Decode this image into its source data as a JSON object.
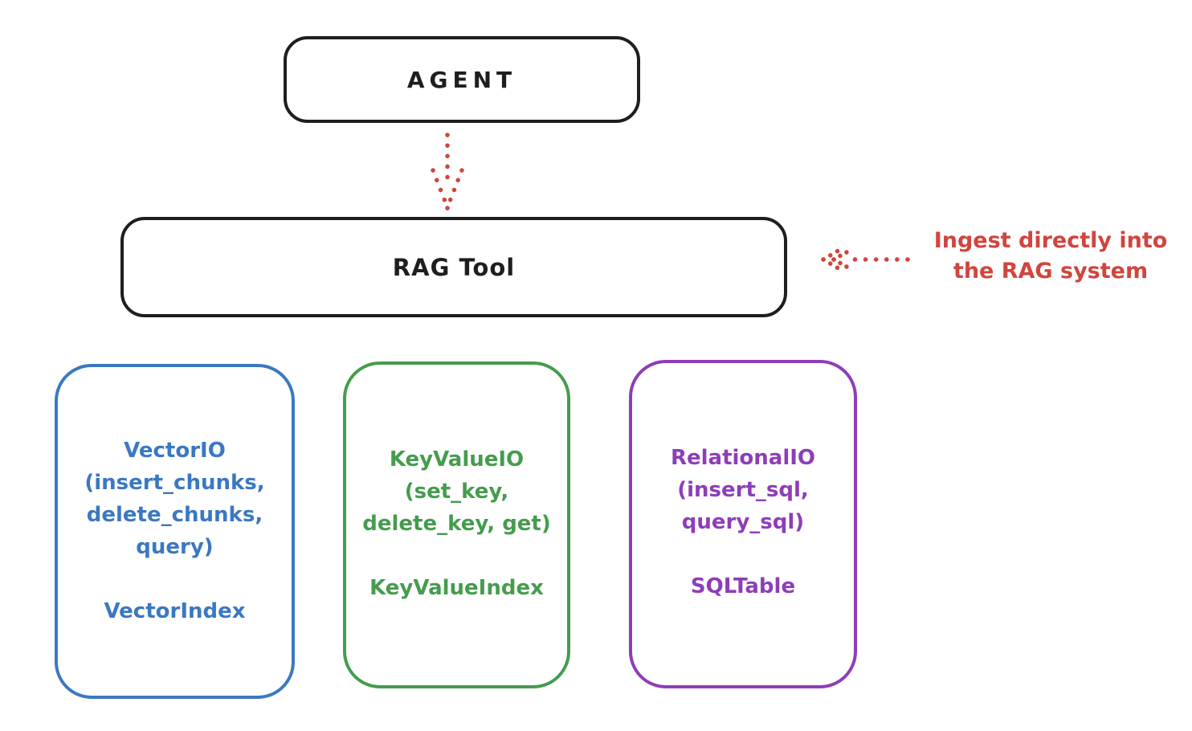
{
  "colors": {
    "ink": "#1e1e1e",
    "red": "#d0453e",
    "blue": "#3b78c2",
    "green": "#459c4d",
    "purple": "#8e3db8"
  },
  "diagram": {
    "agent": {
      "label": "AGENT"
    },
    "rag_tool": {
      "label": "RAG Tool"
    },
    "ingest_note": {
      "text": "Ingest directly into\nthe RAG system"
    },
    "backends": [
      {
        "id": "vector",
        "methods": "VectorIO\n(insert_chunks,\ndelete_chunks,\nquery)",
        "index": "VectorIndex",
        "color": "#3b78c2"
      },
      {
        "id": "keyvalue",
        "methods": "KeyValueIO\n(set_key,\ndelete_key, get)",
        "index": "KeyValueIndex",
        "color": "#459c4d"
      },
      {
        "id": "relational",
        "methods": "RelationalIO\n(insert_sql,\nquery_sql)",
        "index": "SQLTable",
        "color": "#8e3db8"
      }
    ]
  }
}
